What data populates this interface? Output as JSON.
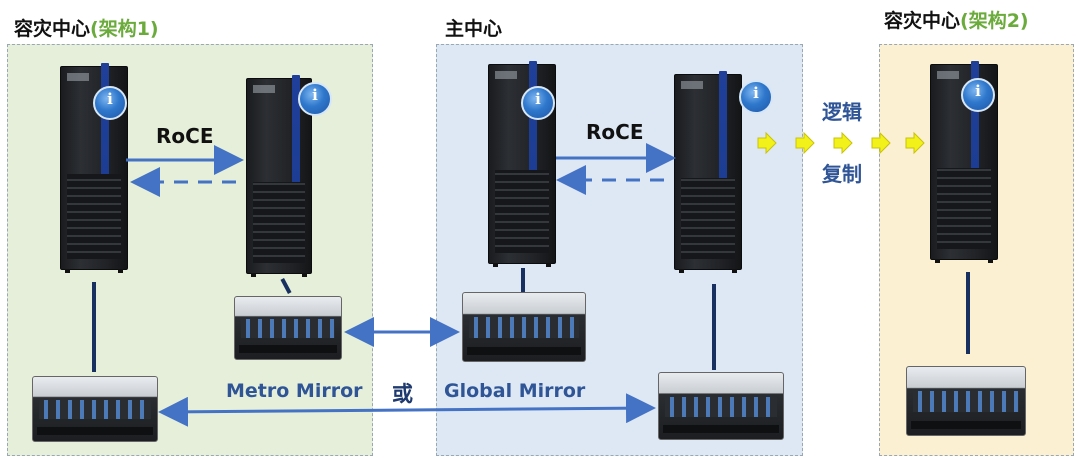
{
  "sites": {
    "dr1": {
      "title": "容灾中心",
      "accent": "(架构1)"
    },
    "main": {
      "title": "主中心"
    },
    "dr2": {
      "title": "容灾中心",
      "accent": "(架构2)"
    }
  },
  "links": {
    "roce_left": "RoCE",
    "roce_right": "RoCE",
    "logical_replication_line1": "逻辑",
    "logical_replication_line2": "复制",
    "metro_mirror": "Metro Mirror",
    "or": "或",
    "global_mirror": "Global Mirror"
  },
  "badge_text": "i",
  "colors": {
    "accent_green": "#6bab3c",
    "label_blue": "#2f5597",
    "arrow_blue": "#4472c4",
    "dr1_bg": "#e6efda",
    "main_bg": "#dde8f4",
    "dr2_bg": "#fcf0d2",
    "yellow_arrow": "#f2f21a"
  }
}
